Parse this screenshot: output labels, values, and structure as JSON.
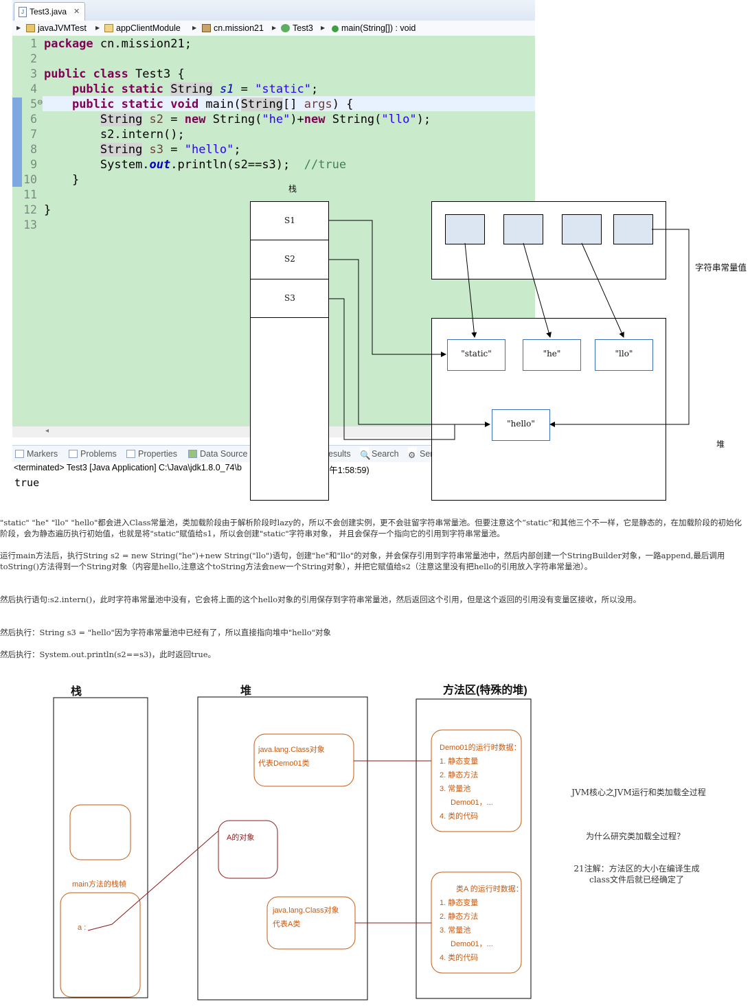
{
  "editor": {
    "tab_label": "Test3.java",
    "tab_close": "✕",
    "breadcrumb": [
      "javaJVMTest",
      "appClientModule",
      "cn.mission21",
      "Test3",
      "main(String[]) : void"
    ],
    "line_numbers": [
      "1",
      "2",
      "3",
      "4",
      "5",
      "6",
      "7",
      "8",
      "9",
      "10",
      "11",
      "12",
      "13"
    ],
    "code": {
      "l1_kw": "package",
      "l1_rest": " cn.mission21;",
      "l3_kw": "public class",
      "l3_rest": " Test3 {",
      "l4_kw": "public static",
      "l4_type": "String",
      "l4_var": "s1",
      "l4_eq": " = ",
      "l4_str": "\"static\"",
      "l4_end": ";",
      "l5_kw": "public static void",
      "l5_rest": " main(",
      "l5_type": "String",
      "l5_rest2": "[] ",
      "l5_arg": "args",
      "l5_end": ") {",
      "l6_type": "String",
      "l6_var": " s2",
      "l6_eq": " = ",
      "l6_kw": "new",
      "l6_a": " String(",
      "l6_s1": "\"he\"",
      "l6_b": ")+",
      "l6_kw2": "new",
      "l6_c": " String(",
      "l6_s2": "\"llo\"",
      "l6_d": ");",
      "l7": "s2.intern();",
      "l8_type": "String",
      "l8_var": " s3",
      "l8_eq": " = ",
      "l8_str": "\"hello\"",
      "l8_end": ";",
      "l9_a": "System.",
      "l9_f": "out",
      "l9_b": ".println(s2==s3);  ",
      "l9_cm": "//true",
      "l10": "}",
      "l12": "}"
    },
    "console_tabs": [
      "Markers",
      "Problems",
      "Properties",
      "Data Source",
      "esults",
      "Search",
      "Ser"
    ],
    "terminated_left": "<terminated> Test3 [Java Application] C:\\Java\\jdk1.8.0_74\\b",
    "terminated_right": "年12月21日 下午1:58:59)",
    "output": "true"
  },
  "diagram1": {
    "stack_title": "栈",
    "stack_slots": [
      "S1",
      "S2",
      "S3"
    ],
    "pool_label": "字符串常量值",
    "heap_label": "堆",
    "heap_objects": [
      "\"static\"",
      "\"he\"",
      "\"llo\"",
      "\"hello\""
    ]
  },
  "explanation": [
    "\"static\" \"he\" \"llo\" \"hello\"都会进入Class常量池，类加载阶段由于解析阶段时lazy的，所以不会创建实例，更不会驻留字符串常量池。但要注意这个“static”和其他三个不一样，它是静态的，在加载阶段的初始化阶段，会为静态遍历执行初始值，也就是将\"static\"赋值给s1，所以会创建\"static\"字符串对象， 并且会保存一个指向它的引用到字符串常量池。",
    "运行main方法后，执行String s2 = new String(\"he\")+new String(\"llo\")语句，创建\"he\"和\"llo\"的对象，并会保存引用到字符串常量池中，然后内部创建一个StringBuilder对象，一路append,最后调用toString()方法得到一个String对象（内容是hello,注意这个toString方法会new一个String对象），并把它赋值给s2（注意这里没有把hello的引用放入字符串常量池）。",
    "然后执行语句:s2.intern()，此时字符串常量池中没有，它会将上面的这个hello对象的引用保存到字符串常量池，然后返回这个引用，但是这个返回的引用没有变量区接收，所以没用。",
    "然后执行：String s3 = \"hello\"因为字符串常量池中已经有了，所以直接指向堆中\"hello\"对象",
    "然后执行：System.out.println(s2==s3)，此时返回true。"
  ],
  "diagram2": {
    "col_stack": "栈",
    "col_heap": "堆",
    "col_method": "方法区(特殊的堆)",
    "frame_label": "main方法的栈帧",
    "var_a": "a :",
    "a_object": "A的对象",
    "class_obj1": [
      "java.lang.Class对象",
      "代表Demo01类"
    ],
    "class_obj2": [
      "java.lang.Class对象",
      "代表A类"
    ],
    "rt1": [
      "Demo01的运行时数据：",
      "1. 静态变量",
      "2. 静态方法",
      "3. 常量池",
      "Demo01，...",
      "4. 类的代码"
    ],
    "rt2": [
      "类A 的运行时数据：",
      "1. 静态变量",
      "2. 静态方法",
      "3. 常量池",
      "Demo01，...",
      "4. 类的代码"
    ]
  },
  "notes": {
    "n1": "JVM核心之JVM运行和类加载全过程",
    "n2": "为什么研究类加载全过程？",
    "n3a": "21注解：方法区的大小在编译生成",
    "n3b": "class文件后就已经确定了"
  }
}
